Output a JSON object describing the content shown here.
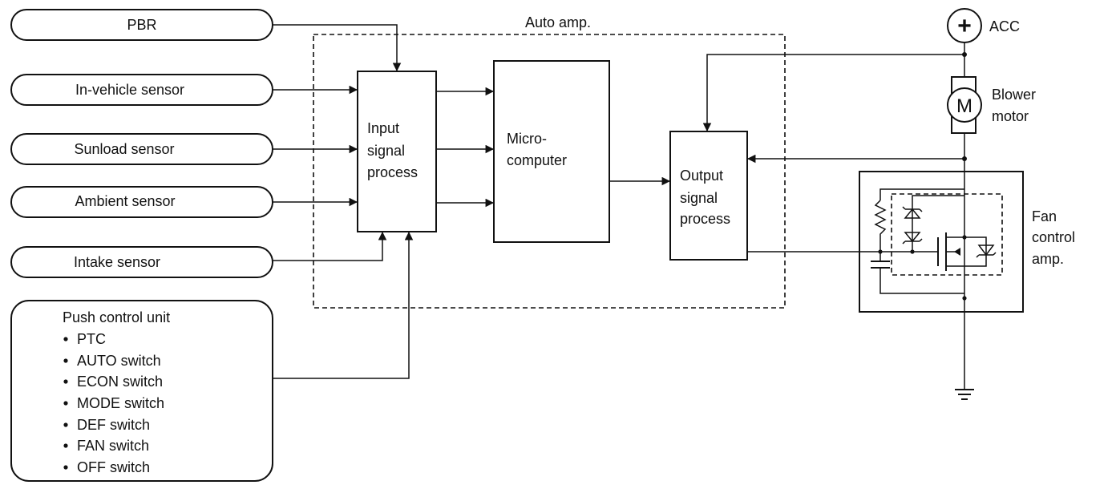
{
  "sensors": [
    {
      "label": "PBR"
    },
    {
      "label": "In-vehicle  sensor"
    },
    {
      "label": "Sunload  sensor"
    },
    {
      "label": "Ambient  sensor"
    },
    {
      "label": "Intake  sensor"
    }
  ],
  "push_control": {
    "title": "Push  control  unit",
    "items": [
      "PTC",
      "AUTO  switch",
      "ECON  switch",
      "MODE  switch",
      "DEF  switch",
      "FAN  switch",
      "OFF  switch"
    ]
  },
  "auto_amp": {
    "title": "Auto  amp.",
    "input_block": [
      "Input",
      "signal",
      "process"
    ],
    "micro_block": [
      "Micro-",
      "computer"
    ],
    "output_block": [
      "Output",
      "signal",
      "process"
    ]
  },
  "power": {
    "acc_label": "ACC",
    "plus_symbol": "+"
  },
  "blower": {
    "symbol": "M",
    "label": [
      "Blower",
      "motor"
    ]
  },
  "fan_amp": {
    "label": [
      "Fan",
      "control",
      "amp."
    ]
  }
}
